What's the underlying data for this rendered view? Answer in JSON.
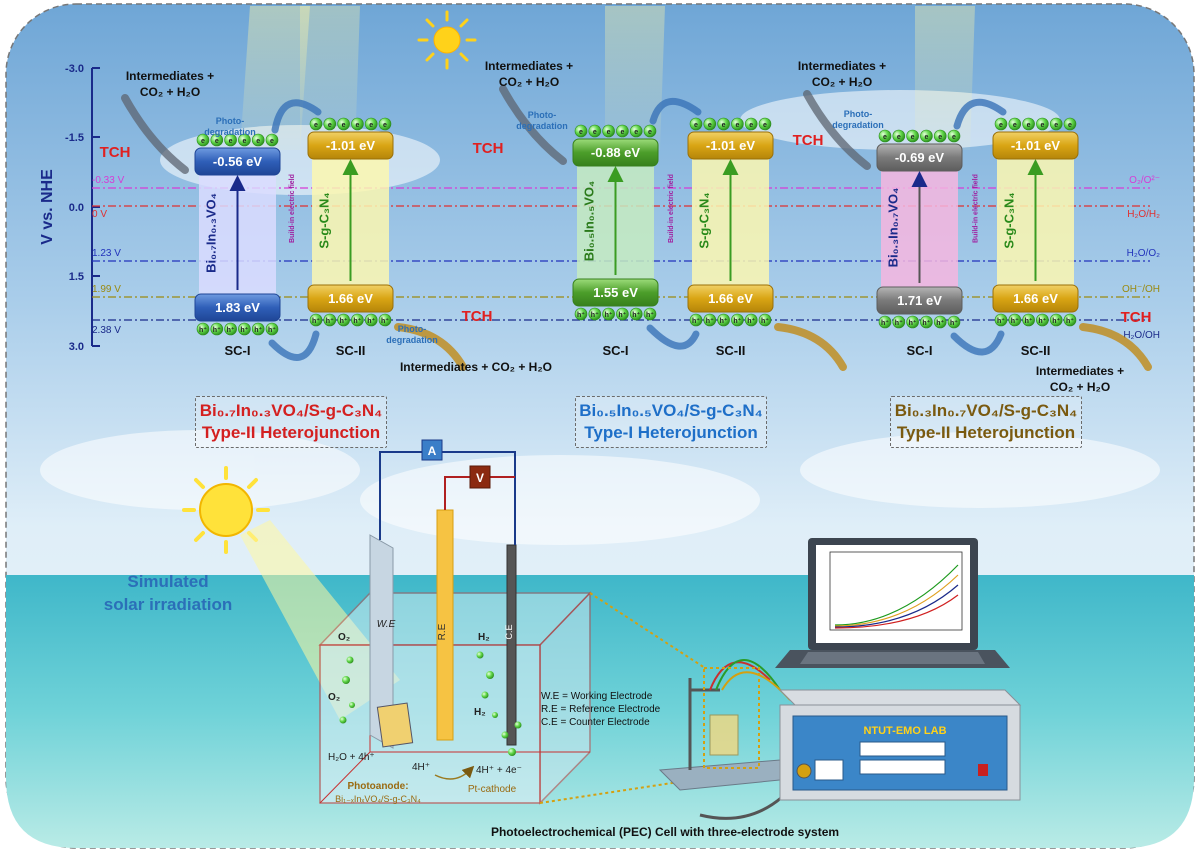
{
  "axis": {
    "title": "V vs. NHE",
    "ticks": [
      "-3.0",
      "-1.5",
      "0.0",
      "1.5",
      "3.0"
    ]
  },
  "levels": [
    {
      "value": "-0.33 V",
      "label": "O₂/O²⁻",
      "color": "#d63bd6"
    },
    {
      "value": "0 V",
      "label": "H₂O/H₂",
      "color": "#e03030"
    },
    {
      "value": "1.23 V",
      "label": "H₂O/O₂",
      "color": "#2233bb"
    },
    {
      "value": "1.99 V",
      "label": "OH⁻/OH",
      "color": "#9a8a10"
    },
    {
      "value": "2.38 V",
      "label": "H₂O/OH",
      "color": "#1a2a8a"
    }
  ],
  "common": {
    "tch": "TCH",
    "photo": "Photo-",
    "degradation": "degradation",
    "intermediates": "Intermediates +",
    "co2h2o": "CO₂ + H₂O",
    "intermediates_full": "Intermediates + CO₂ + H₂O",
    "field": "Build-in electric field",
    "sc1": "SC-I",
    "sc2": "SC-II",
    "electron": "e",
    "hole": "h⁺",
    "sgcn": "S-g-C₃N₄"
  },
  "panels": [
    {
      "cb1": "-0.56 eV",
      "vb1": "1.83 eV",
      "cb2": "-1.01 eV",
      "vb2": "1.66 eV",
      "material": "Bi₀.₇In₀.₃VO₄",
      "title": "Bi₀.₇In₀.₃VO₄/S-g-C₃N₄",
      "type": "Type-II Heterojunction",
      "title_color": "#d42020"
    },
    {
      "cb1": "-0.88 eV",
      "vb1": "1.55 eV",
      "cb2": "-1.01 eV",
      "vb2": "1.66 eV",
      "material": "Bi₀.₅In₀.₅VO₄",
      "title": "Bi₀.₅In₀.₅VO₄/S-g-C₃N₄",
      "type": "Type-I Heterojunction",
      "title_color": "#1e6fc8"
    },
    {
      "cb1": "-0.69 eV",
      "vb1": "1.71 eV",
      "cb2": "-1.01 eV",
      "vb2": "1.66 eV",
      "material": "Bi₀.₃In₀.₇VO₄",
      "title": "Bi₀.₃In₀.₇VO₄/S-g-C₃N₄",
      "type": "Type-II Heterojunction",
      "title_color": "#7a5a10"
    }
  ],
  "pec": {
    "ammeter": "A",
    "voltmeter": "V",
    "we": "W.E",
    "re": "R.E",
    "ce": "C.E",
    "o2": "O₂",
    "h2": "H₂",
    "water": "H₂O + 4h⁺",
    "protons": "4H⁺",
    "reduction": "4H⁺ + 4e⁻",
    "photoanode_label": "Photoanode:",
    "photoanode_formula": "Bi₁₋ₓInₓVO₄/S-g-C₃N₄",
    "cathode": "Pt-cathode",
    "legend": [
      "W.E = Working Electrode",
      "R.E = Reference Electrode",
      "C.E = Counter Electrode"
    ],
    "solar": [
      "Simulated",
      "solar irradiation"
    ],
    "lab": "NTUT-EMO LAB",
    "caption": "Photoelectrochemical (PEC) Cell with three-electrode system"
  }
}
